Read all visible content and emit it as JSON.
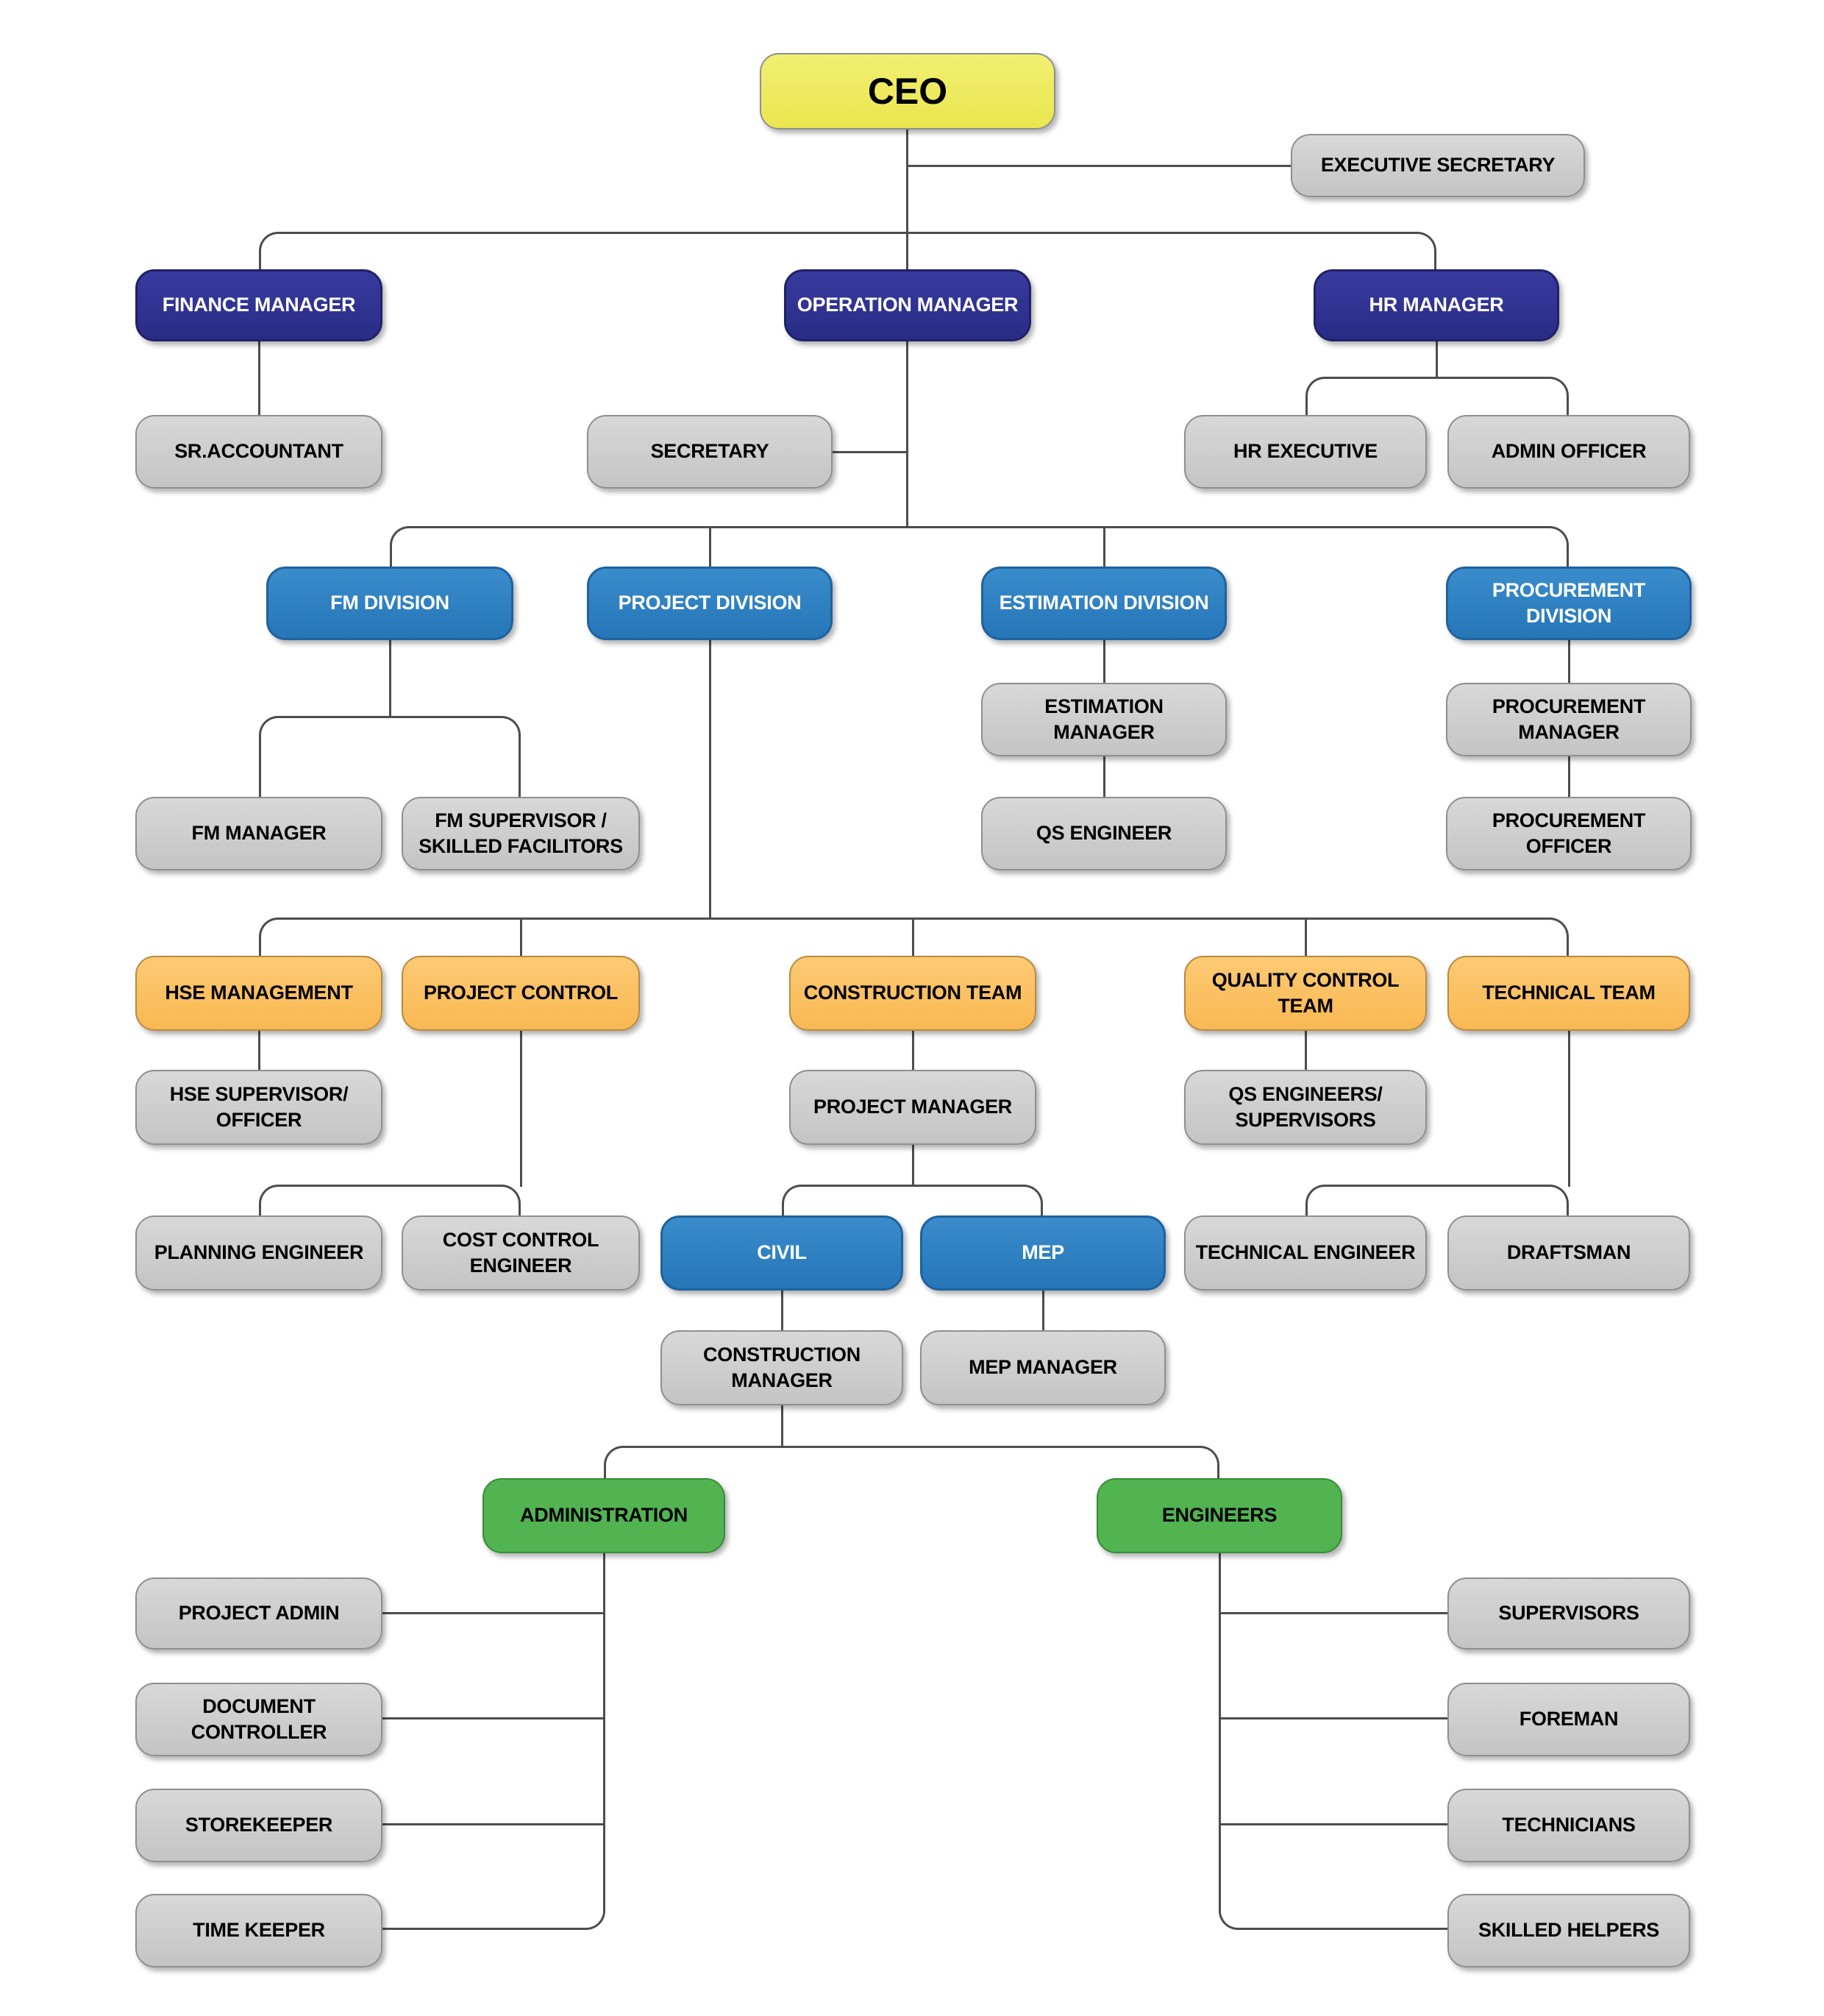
{
  "colors": {
    "ceo_fill": "#eeeb5b",
    "manager_fill": "#2e3192",
    "division_fill": "#2c80c4",
    "team_fill": "#fbc162",
    "group_fill": "#52b351",
    "role_fill": "#cccccc",
    "line": "#4d4d4d"
  },
  "nodes": {
    "ceo": {
      "label": "CEO"
    },
    "executive_secretary": {
      "label": "EXECUTIVE SECRETARY"
    },
    "finance_manager": {
      "label": "FINANCE MANAGER"
    },
    "operation_manager": {
      "label": "OPERATION MANAGER"
    },
    "hr_manager": {
      "label": "HR MANAGER"
    },
    "sr_accountant": {
      "label": "SR.ACCOUNTANT"
    },
    "secretary": {
      "label": "SECRETARY"
    },
    "hr_executive": {
      "label": "HR EXECUTIVE"
    },
    "admin_officer": {
      "label": "ADMIN OFFICER"
    },
    "fm_division": {
      "label": "FM DIVISION"
    },
    "project_division": {
      "label": "PROJECT DIVISION"
    },
    "estimation_division": {
      "label": "ESTIMATION DIVISION"
    },
    "procurement_division": {
      "label": "PROCUREMENT\nDIVISION"
    },
    "estimation_manager": {
      "label": "ESTIMATION MANAGER"
    },
    "procurement_manager": {
      "label": "PROCUREMENT\nMANAGER"
    },
    "fm_manager": {
      "label": "FM MANAGER"
    },
    "fm_supervisor": {
      "label": "FM SUPERVISOR /\nSKILLED FACILITORS"
    },
    "qs_engineer": {
      "label": "QS ENGINEER"
    },
    "procurement_officer": {
      "label": "PROCUREMENT\nOFFICER"
    },
    "hse_management": {
      "label": "HSE MANAGEMENT"
    },
    "project_control": {
      "label": "PROJECT CONTROL"
    },
    "construction_team": {
      "label": "CONSTRUCTION TEAM"
    },
    "quality_control_team": {
      "label": "QUALITY CONTROL\nTEAM"
    },
    "technical_team": {
      "label": "TECHNICAL TEAM"
    },
    "hse_supervisor_officer": {
      "label": "HSE SUPERVISOR/\nOFFICER"
    },
    "project_manager": {
      "label": "PROJECT MANAGER"
    },
    "qs_engineers_supervisors": {
      "label": "QS ENGINEERS/\nSUPERVISORS"
    },
    "planning_engineer": {
      "label": "PLANNING ENGINEER"
    },
    "cost_control_engineer": {
      "label": "COST CONTROL\nENGINEER"
    },
    "civil": {
      "label": "CIVIL"
    },
    "mep": {
      "label": "MEP"
    },
    "technical_engineer": {
      "label": "TECHNICAL ENGINEER"
    },
    "draftsman": {
      "label": "DRAFTSMAN"
    },
    "construction_manager": {
      "label": "CONSTRUCTION\nMANAGER"
    },
    "mep_manager": {
      "label": "MEP MANAGER"
    },
    "administration": {
      "label": "ADMINISTRATION"
    },
    "engineers": {
      "label": "ENGINEERS"
    },
    "project_admin": {
      "label": "PROJECT ADMIN"
    },
    "document_controller": {
      "label": "DOCUMENT\nCONTROLLER"
    },
    "storekeeper": {
      "label": "STOREKEEPER"
    },
    "time_keeper": {
      "label": "TIME KEEPER"
    },
    "supervisors": {
      "label": "SUPERVISORS"
    },
    "foreman": {
      "label": "FOREMAN"
    },
    "technicians": {
      "label": "TECHNICIANS"
    },
    "skilled_helpers": {
      "label": "SKILLED HELPERS"
    }
  },
  "edges": [
    [
      "ceo",
      "executive_secretary"
    ],
    [
      "ceo",
      "finance_manager"
    ],
    [
      "ceo",
      "operation_manager"
    ],
    [
      "ceo",
      "hr_manager"
    ],
    [
      "finance_manager",
      "sr_accountant"
    ],
    [
      "operation_manager",
      "secretary"
    ],
    [
      "hr_manager",
      "hr_executive"
    ],
    [
      "hr_manager",
      "admin_officer"
    ],
    [
      "operation_manager",
      "fm_division"
    ],
    [
      "operation_manager",
      "project_division"
    ],
    [
      "operation_manager",
      "estimation_division"
    ],
    [
      "operation_manager",
      "procurement_division"
    ],
    [
      "fm_division",
      "fm_manager"
    ],
    [
      "fm_division",
      "fm_supervisor"
    ],
    [
      "estimation_division",
      "estimation_manager"
    ],
    [
      "estimation_manager",
      "qs_engineer"
    ],
    [
      "procurement_division",
      "procurement_manager"
    ],
    [
      "procurement_manager",
      "procurement_officer"
    ],
    [
      "project_division",
      "hse_management"
    ],
    [
      "project_division",
      "project_control"
    ],
    [
      "project_division",
      "construction_team"
    ],
    [
      "project_division",
      "quality_control_team"
    ],
    [
      "project_division",
      "technical_team"
    ],
    [
      "hse_management",
      "hse_supervisor_officer"
    ],
    [
      "project_control",
      "planning_engineer"
    ],
    [
      "project_control",
      "cost_control_engineer"
    ],
    [
      "construction_team",
      "project_manager"
    ],
    [
      "project_manager",
      "civil"
    ],
    [
      "project_manager",
      "mep"
    ],
    [
      "quality_control_team",
      "qs_engineers_supervisors"
    ],
    [
      "technical_team",
      "technical_engineer"
    ],
    [
      "technical_team",
      "draftsman"
    ],
    [
      "civil",
      "construction_manager"
    ],
    [
      "mep",
      "mep_manager"
    ],
    [
      "construction_manager",
      "administration"
    ],
    [
      "construction_manager",
      "engineers"
    ],
    [
      "administration",
      "project_admin"
    ],
    [
      "administration",
      "document_controller"
    ],
    [
      "administration",
      "storekeeper"
    ],
    [
      "administration",
      "time_keeper"
    ],
    [
      "engineers",
      "supervisors"
    ],
    [
      "engineers",
      "foreman"
    ],
    [
      "engineers",
      "technicians"
    ],
    [
      "engineers",
      "skilled_helpers"
    ]
  ]
}
